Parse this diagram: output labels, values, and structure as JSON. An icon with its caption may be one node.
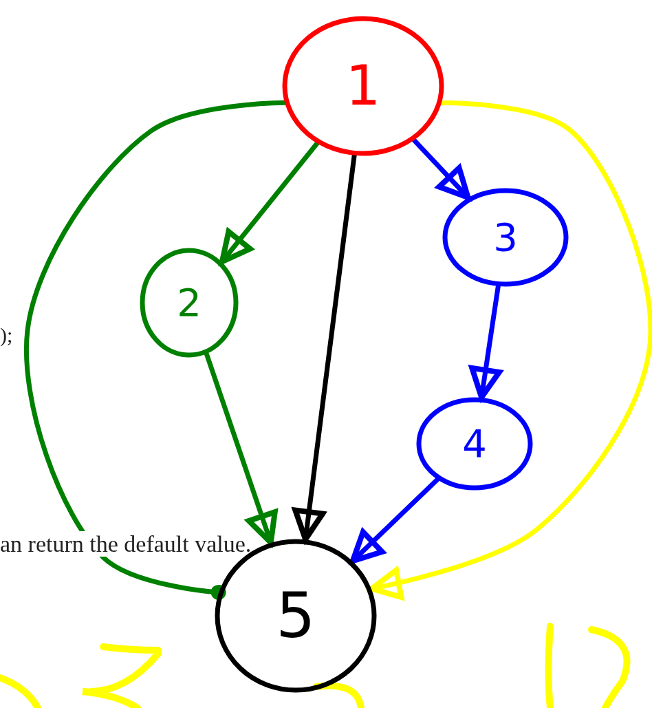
{
  "diagram": {
    "nodes": [
      {
        "text": [
          "1"
        ]
      },
      {
        "text": [
          "2"
        ]
      },
      {
        "text": [
          "3"
        ]
      },
      {
        "text": [
          "4"
        ]
      },
      {
        "text": [
          "5"
        ]
      }
    ],
    "edges": [
      {
        "from": 0,
        "to": 1,
        "arrow": "to",
        "color": "#008000"
      },
      {
        "from": 0,
        "to": 2,
        "arrow": "to",
        "color": "#0000ff"
      },
      {
        "from": 2,
        "to": 3,
        "arrow": "to",
        "color": "#0000ff"
      },
      {
        "from": 3,
        "to": 4,
        "arrow": "to",
        "color": "#0000ff"
      },
      {
        "from": 1,
        "to": 4,
        "arrow": "to",
        "color": "#008000"
      },
      {
        "from": 0,
        "to": 4,
        "arrow": "to",
        "color": "#000000"
      },
      {
        "from": 0,
        "to": 4,
        "arrow": "other",
        "color": "#008000"
      },
      {
        "from": 0,
        "to": 4,
        "arrow": "to",
        "color": "#ffff00"
      }
    ],
    "labels": [
      ");",
      "an return the default value."
    ]
  }
}
